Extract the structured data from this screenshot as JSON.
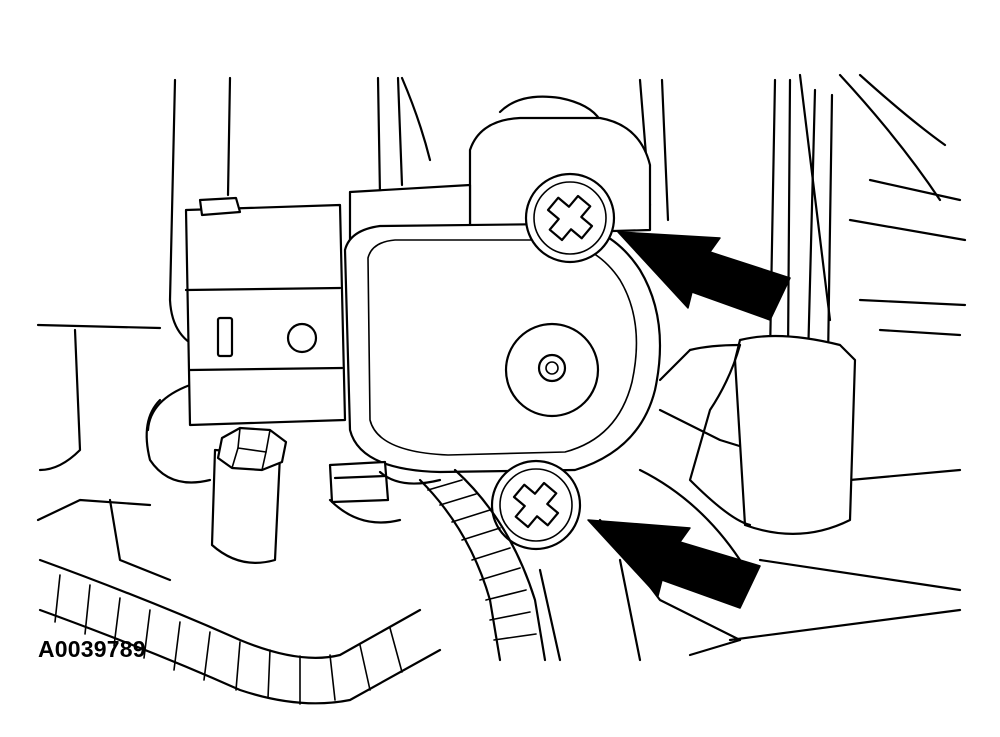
{
  "figure": {
    "id_label": "A0039789"
  },
  "callouts": [
    {
      "name": "upper-screw-arrow",
      "points_to": "upper-mounting-screw"
    },
    {
      "name": "lower-screw-arrow",
      "points_to": "lower-mounting-screw"
    }
  ],
  "colors": {
    "ink": "#000000",
    "paper": "#ffffff"
  }
}
